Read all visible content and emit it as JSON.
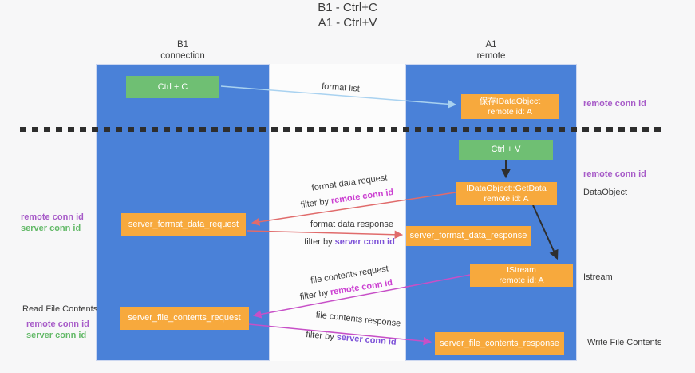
{
  "title": {
    "line1": "B1 - Ctrl+C",
    "line2": "A1 - Ctrl+V"
  },
  "columns": {
    "left": {
      "name": "B1",
      "role": "connection"
    },
    "right": {
      "name": "A1",
      "role": "remote"
    }
  },
  "nodes": {
    "ctrl_c": {
      "label": "Ctrl + C"
    },
    "save_dataobject": {
      "line1": "保存IDataObject",
      "line2": "remote id: A"
    },
    "ctrl_v": {
      "label": "Ctrl + V"
    },
    "getdata": {
      "line1": "IDataObject::GetData",
      "line2": "remote id: A"
    },
    "format_request": {
      "label": "server_format_data_request"
    },
    "format_response": {
      "label": "server_format_data_response"
    },
    "istream": {
      "line1": "IStream",
      "line2": "remote id: A"
    },
    "file_request": {
      "label": "server_file_contents_request"
    },
    "file_response": {
      "label": "server_file_contents_response"
    }
  },
  "flow_labels": {
    "format_list": "format list",
    "format_data_request": "format data request",
    "format_data_response": "format data response",
    "file_contents_request": "file contents request",
    "file_contents_response": "file contents response",
    "filter_by": "filter by",
    "remote_conn_id": "remote conn id",
    "server_conn_id": "server conn id"
  },
  "side_labels": {
    "left": {
      "remote_conn_id": "remote conn id",
      "server_conn_id": "server conn id",
      "read_file": "Read File Contents",
      "remote_conn_id2": "remote conn id",
      "server_conn_id2": "server conn id"
    },
    "right": {
      "remote_conn_id_top": "remote conn id",
      "remote_conn_id_mid": "remote conn id",
      "dataobject": "DataObject",
      "istream": "Istream",
      "write_file": "Write File Contents"
    }
  },
  "colors": {
    "column_blue": "#4a81d8",
    "box_green": "#6fbf73",
    "box_orange": "#f7a93d",
    "arrow_blue": "#a9d2f0",
    "arrow_red": "#e06b6b",
    "arrow_magenta": "#c750c7",
    "arrow_black": "#2e2e2e",
    "side_text_purple": "#a75bc8",
    "side_text_green": "#63b968",
    "filter_text_magenta": "#cb3fd1",
    "filter_text_violet": "#7d52d8"
  }
}
